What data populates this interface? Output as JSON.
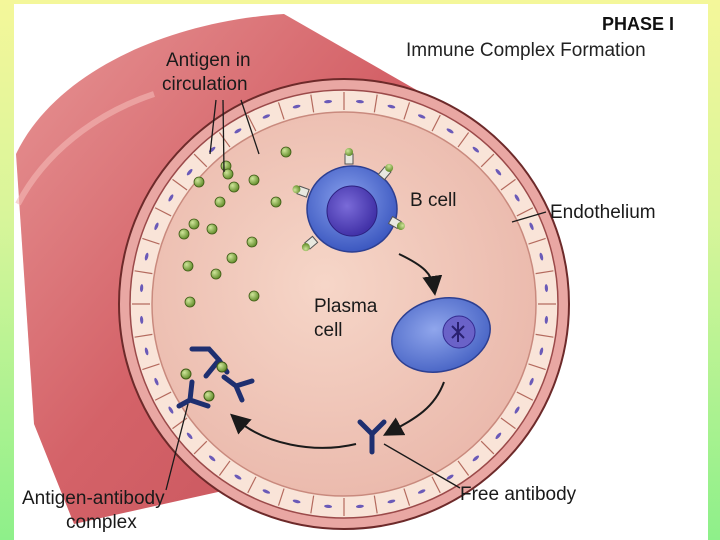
{
  "header": {
    "phase": "PHASE I",
    "subtitle": "Immune Complex Formation"
  },
  "labels": {
    "antigen_line1": "Antigen in",
    "antigen_line2": "circulation",
    "b_cell": "B cell",
    "endothelium": "Endothelium",
    "plasma_line1": "Plasma",
    "plasma_line2": "cell",
    "complex_line1": "Antigen-antibody",
    "complex_line2": "complex",
    "free_antibody": "Free antibody"
  },
  "colors": {
    "page_bg_top": "#f4f79a",
    "page_bg_bottom": "#8ef08a",
    "vessel": "#d86a6e",
    "lumen": "#f0c8bc",
    "endothelium": "#f9e2d6",
    "antigen": "#7ca33a",
    "cell": "#4c6bd0",
    "antibody": "#1e2f70"
  }
}
